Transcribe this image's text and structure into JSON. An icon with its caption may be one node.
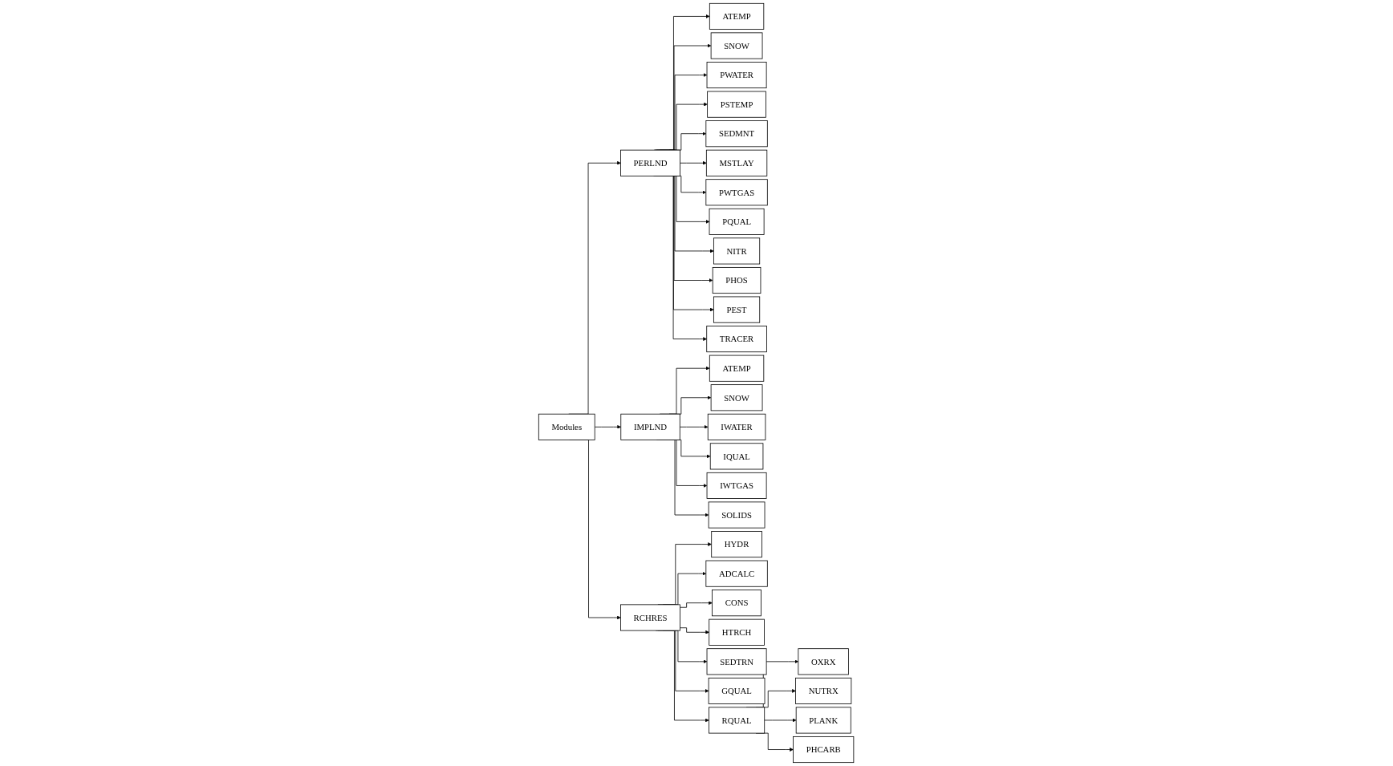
{
  "diagram": {
    "nodes": [
      {
        "text": [
          "Modules"
        ]
      },
      {
        "text": [
          "PERLND"
        ]
      },
      {
        "text": [
          "IMPLND"
        ]
      },
      {
        "text": [
          "RCHRES"
        ]
      },
      {
        "text": [
          "ATEMP"
        ]
      },
      {
        "text": [
          "SNOW"
        ]
      },
      {
        "text": [
          "PWATER"
        ]
      },
      {
        "text": [
          "PSTEMP"
        ]
      },
      {
        "text": [
          "SEDMNT"
        ]
      },
      {
        "text": [
          "MSTLAY"
        ]
      },
      {
        "text": [
          "PWTGAS"
        ]
      },
      {
        "text": [
          "PQUAL"
        ]
      },
      {
        "text": [
          "NITR"
        ]
      },
      {
        "text": [
          "PHOS"
        ]
      },
      {
        "text": [
          "PEST"
        ]
      },
      {
        "text": [
          "TRACER"
        ]
      },
      {
        "text": [
          "ATEMP"
        ]
      },
      {
        "text": [
          "SNOW"
        ]
      },
      {
        "text": [
          "IWATER"
        ]
      },
      {
        "text": [
          "IQUAL"
        ]
      },
      {
        "text": [
          "IWTGAS"
        ]
      },
      {
        "text": [
          "SOLIDS"
        ]
      },
      {
        "text": [
          "HYDR"
        ]
      },
      {
        "text": [
          "ADCALC"
        ]
      },
      {
        "text": [
          "CONS"
        ]
      },
      {
        "text": [
          "HTRCH"
        ]
      },
      {
        "text": [
          "SEDTRN"
        ]
      },
      {
        "text": [
          "GQUAL"
        ]
      },
      {
        "text": [
          "RQUAL"
        ]
      },
      {
        "text": [
          "OXRX"
        ]
      },
      {
        "text": [
          "NUTRX"
        ]
      },
      {
        "text": [
          "PLANK"
        ]
      },
      {
        "text": [
          "PHCARB"
        ]
      }
    ],
    "edges": [
      {
        "from": 0,
        "to": 1,
        "arrow": "to"
      },
      {
        "from": 0,
        "to": 2,
        "arrow": "to"
      },
      {
        "from": 0,
        "to": 3,
        "arrow": "to"
      },
      {
        "from": 1,
        "to": 4,
        "arrow": "to"
      },
      {
        "from": 1,
        "to": 5,
        "arrow": "to"
      },
      {
        "from": 1,
        "to": 6,
        "arrow": "to"
      },
      {
        "from": 1,
        "to": 7,
        "arrow": "to"
      },
      {
        "from": 1,
        "to": 8,
        "arrow": "to"
      },
      {
        "from": 1,
        "to": 9,
        "arrow": "to"
      },
      {
        "from": 1,
        "to": 10,
        "arrow": "to"
      },
      {
        "from": 1,
        "to": 11,
        "arrow": "to"
      },
      {
        "from": 1,
        "to": 12,
        "arrow": "to"
      },
      {
        "from": 1,
        "to": 13,
        "arrow": "to"
      },
      {
        "from": 1,
        "to": 14,
        "arrow": "to"
      },
      {
        "from": 1,
        "to": 15,
        "arrow": "to"
      },
      {
        "from": 2,
        "to": 16,
        "arrow": "to"
      },
      {
        "from": 2,
        "to": 17,
        "arrow": "to"
      },
      {
        "from": 2,
        "to": 18,
        "arrow": "to"
      },
      {
        "from": 2,
        "to": 19,
        "arrow": "to"
      },
      {
        "from": 2,
        "to": 20,
        "arrow": "to"
      },
      {
        "from": 2,
        "to": 21,
        "arrow": "to"
      },
      {
        "from": 3,
        "to": 22,
        "arrow": "to"
      },
      {
        "from": 3,
        "to": 23,
        "arrow": "to"
      },
      {
        "from": 3,
        "to": 24,
        "arrow": "to"
      },
      {
        "from": 3,
        "to": 25,
        "arrow": "to"
      },
      {
        "from": 3,
        "to": 26,
        "arrow": "to"
      },
      {
        "from": 3,
        "to": 27,
        "arrow": "to"
      },
      {
        "from": 3,
        "to": 28,
        "arrow": "to"
      },
      {
        "from": 28,
        "to": 29,
        "arrow": "to"
      },
      {
        "from": 28,
        "to": 30,
        "arrow": "to"
      },
      {
        "from": 28,
        "to": 31,
        "arrow": "to"
      },
      {
        "from": 28,
        "to": 32,
        "arrow": "to"
      }
    ]
  }
}
